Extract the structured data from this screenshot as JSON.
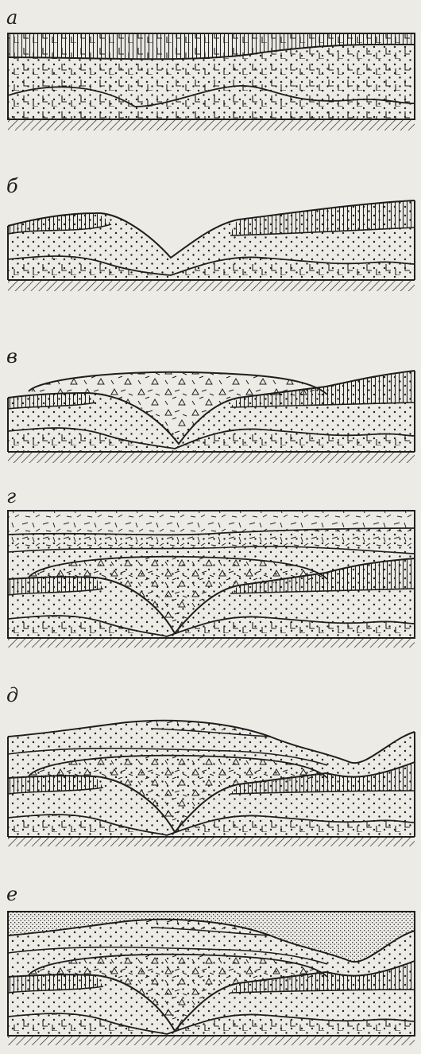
{
  "figure": {
    "panels": [
      {
        "id": "a",
        "letter": "а"
      },
      {
        "id": "b",
        "letter": "б"
      },
      {
        "id": "v",
        "letter": "в"
      },
      {
        "id": "g",
        "letter": "г"
      },
      {
        "id": "d",
        "letter": "д"
      },
      {
        "id": "e",
        "letter": "е"
      }
    ]
  },
  "colors": {
    "ink": "#1e1e1e",
    "paper": "#ecebe6"
  }
}
